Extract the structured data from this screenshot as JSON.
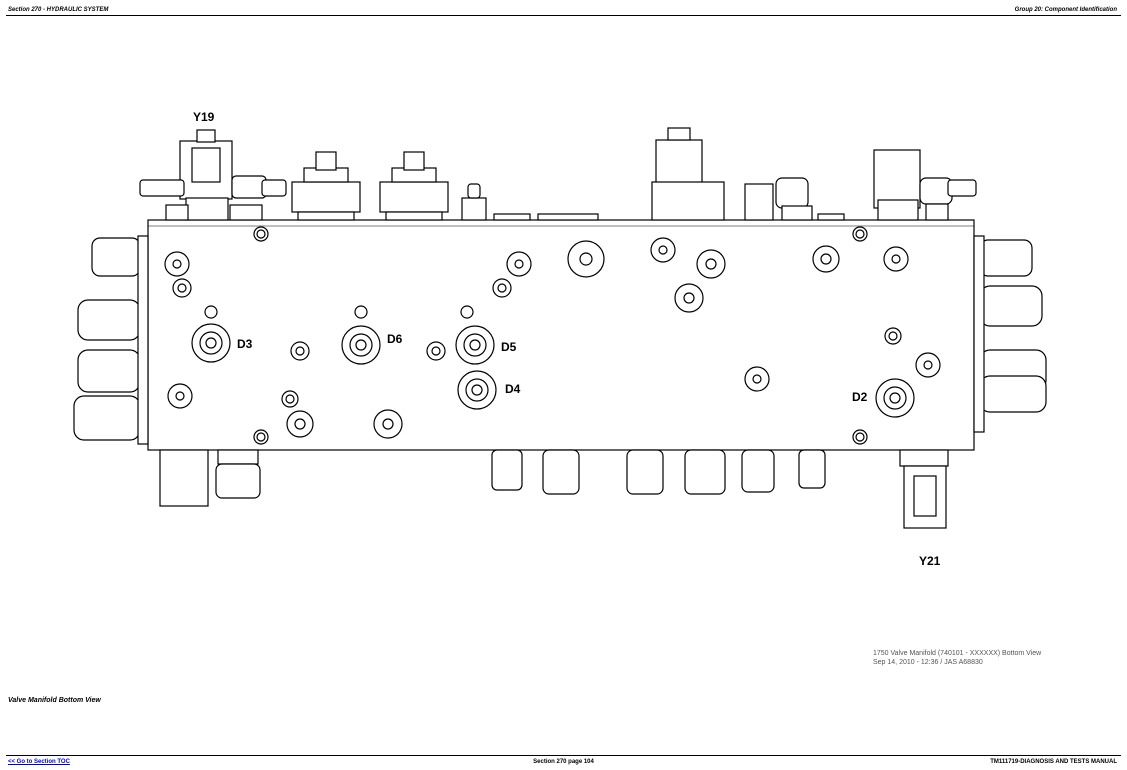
{
  "header": {
    "section": "Section 270 - HYDRAULIC SYSTEM",
    "group": "Group 20: Component Identification"
  },
  "diagram": {
    "labels": {
      "y19": "Y19",
      "y21": "Y21",
      "d2": "D2",
      "d3": "D3",
      "d4": "D4",
      "d5": "D5",
      "d6": "D6"
    },
    "note_line1": "1750 Valve Manifold (740101 - XXXXXX) Bottom View",
    "note_line2": "Sep 14, 2010 - 12:36 / JAS A68830"
  },
  "caption": "Valve Manifold Bottom View",
  "footer": {
    "toc_link": "<< Go to Section TOC",
    "page": "Section 270 page 104",
    "manual": "TM111719-DIAGNOSIS AND TESTS MANUAL"
  }
}
